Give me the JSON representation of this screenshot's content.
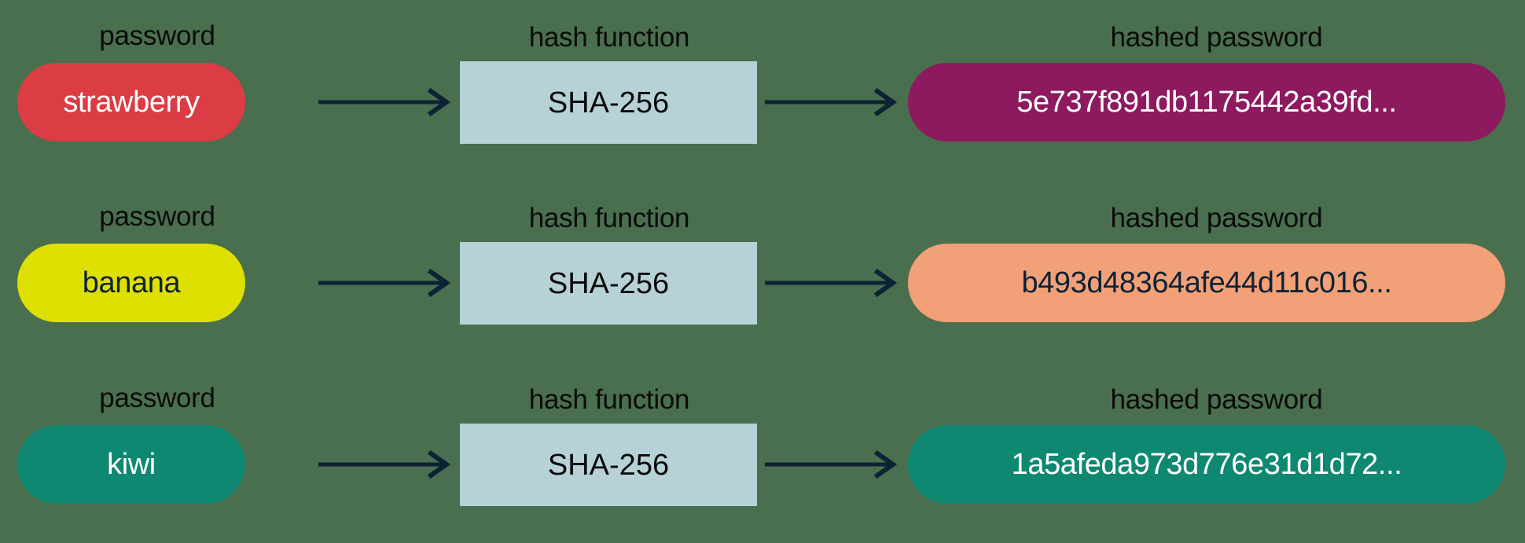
{
  "diagram": {
    "title_column_labels": {
      "password": "password",
      "hash_function": "hash function",
      "hashed_password": "hashed password"
    },
    "colors": {
      "background": "#4a6f4e",
      "arrow": "#0d2235",
      "hash_box_fill": "#b7d2d6",
      "caption_text": "#0a0a0a",
      "pw_strawberry": "#dc3c44",
      "pw_banana": "#dde000",
      "pw_kiwi": "#0f8872",
      "hash_1": "#8d1a5f",
      "hash_2": "#f2a077",
      "hash_3": "#0f8872"
    },
    "rows": [
      {
        "password_caption": "password",
        "password_value": "strawberry",
        "hashfn_caption": "hash function",
        "hashfn_value": "SHA-256",
        "hashed_caption": "hashed password",
        "hashed_value": "5e737f891db1175442a39fd..."
      },
      {
        "password_caption": "password",
        "password_value": "banana",
        "hashfn_caption": "hash function",
        "hashfn_value": "SHA-256",
        "hashed_caption": "hashed password",
        "hashed_value": "b493d48364afe44d11c016..."
      },
      {
        "password_caption": "password",
        "password_value": "kiwi",
        "hashfn_caption": "hash function",
        "hashfn_value": "SHA-256",
        "hashed_caption": "hashed password",
        "hashed_value": "1a5afeda973d776e31d1d72..."
      }
    ]
  }
}
